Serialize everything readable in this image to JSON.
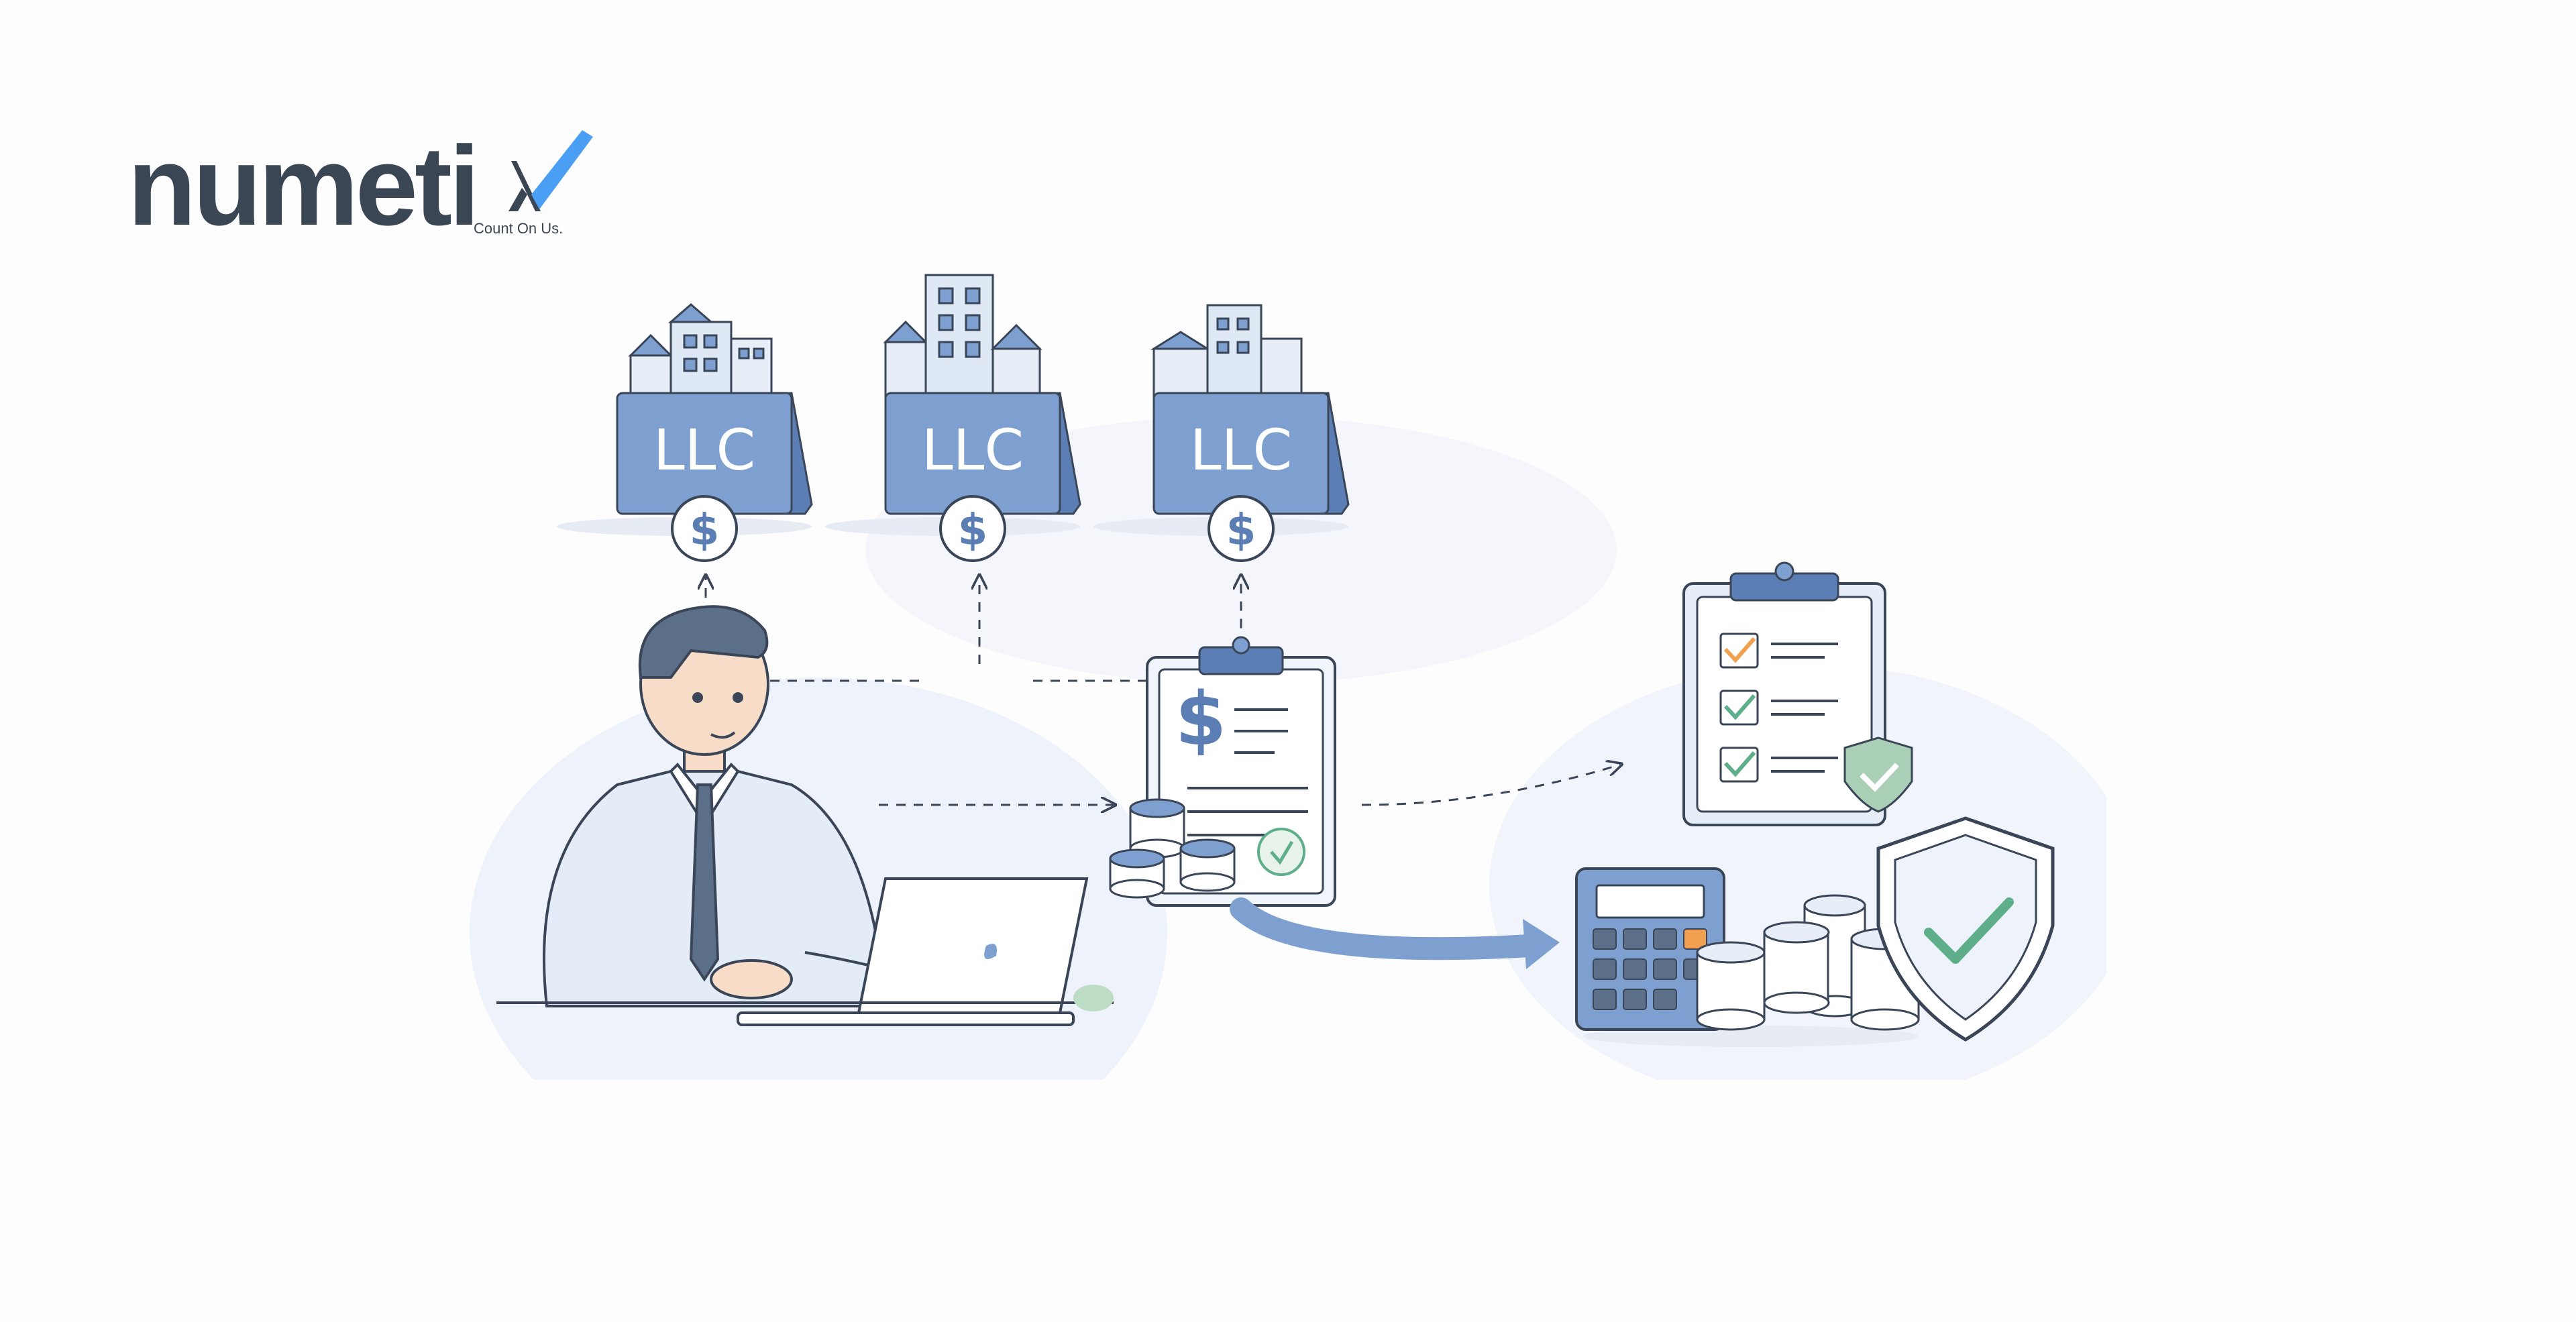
{
  "logo": {
    "wordmark": "numeti",
    "tagline": "Count On Us.",
    "colors": {
      "text": "#3b4654",
      "accent": "#4a9ff5"
    },
    "icon": "checkmark-x-icon"
  },
  "illustration": {
    "folders": [
      {
        "label": "LLC",
        "icon": "dollar-icon"
      },
      {
        "label": "LLC",
        "icon": "dollar-icon"
      },
      {
        "label": "LLC",
        "icon": "dollar-icon"
      }
    ],
    "colors": {
      "folder": "#7ea0d0",
      "folder_dark": "#5b7fb5",
      "outline": "#3a4658",
      "check": "#5fae8a",
      "accent_orange": "#f0a050",
      "skin": "#f7dcc8",
      "shirt": "#e4ecf8"
    }
  }
}
